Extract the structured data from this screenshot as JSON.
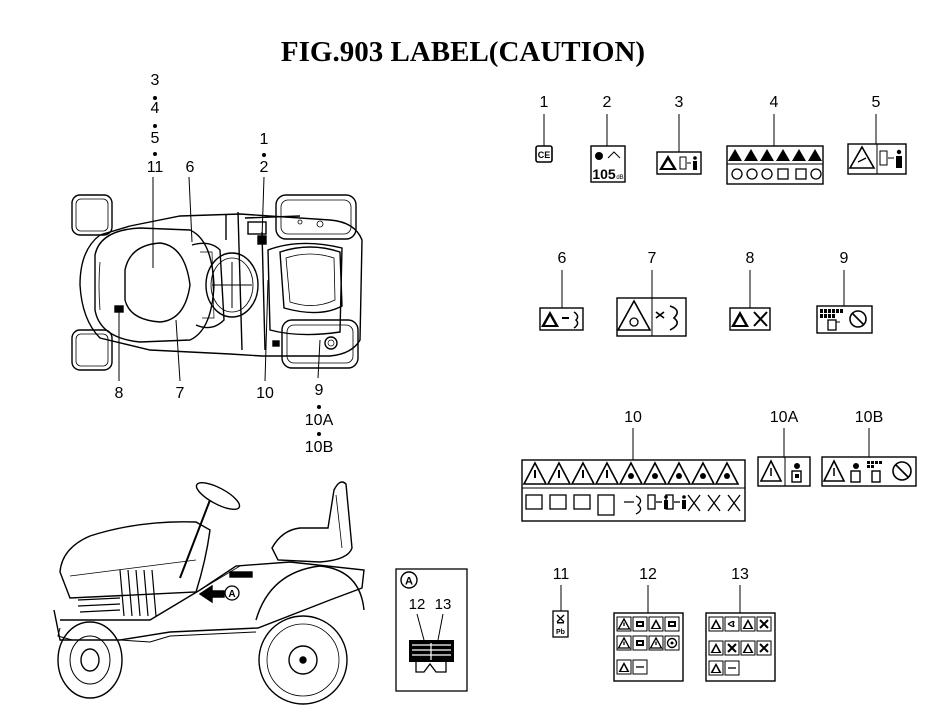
{
  "title": "FIG.903  LABEL(CAUTION)",
  "top_view_callouts": [
    "3",
    "4",
    "5",
    "11",
    "6",
    "1",
    "2",
    "8",
    "7",
    "10",
    "9",
    "10A",
    "10B"
  ],
  "label_numbers": [
    "1",
    "2",
    "3",
    "4",
    "5",
    "6",
    "7",
    "8",
    "9",
    "10",
    "10A",
    "10B",
    "11",
    "12",
    "13"
  ],
  "side_view_marker": "A",
  "inset": {
    "marker": "A",
    "callouts": [
      "12",
      "13"
    ]
  },
  "label_texts": {
    "db_value": "105",
    "db_unit": "dB",
    "lead_mark": "Pb",
    "ce_mark": "CE"
  },
  "colors": {
    "ink": "#000000",
    "paper": "#ffffff"
  }
}
